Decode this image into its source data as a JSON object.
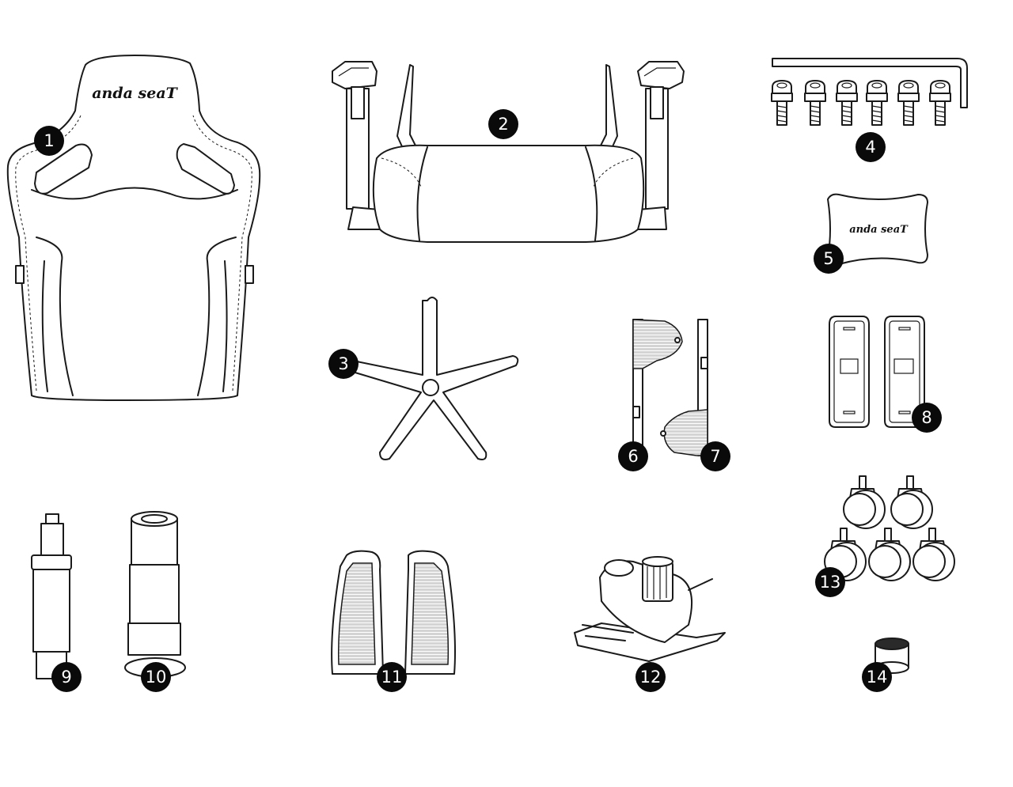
{
  "brand_text": "anda seaT",
  "callouts": [
    "1",
    "2",
    "3",
    "4",
    "5",
    "6",
    "7",
    "8",
    "9",
    "10",
    "11",
    "12",
    "13",
    "14"
  ]
}
